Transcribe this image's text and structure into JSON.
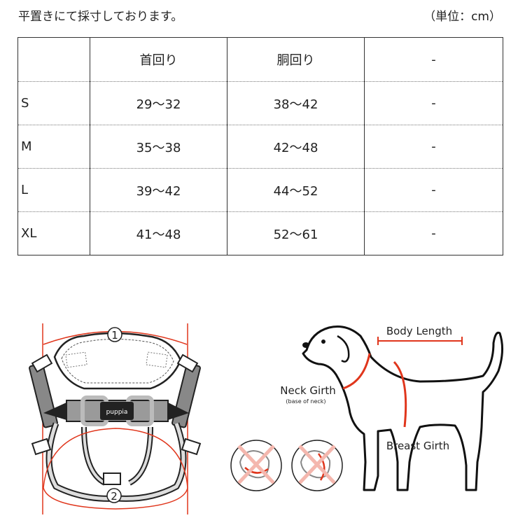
{
  "header": {
    "note": "平置きにて採寸しております。",
    "unit": "（単位：cm）"
  },
  "table": {
    "columns": [
      "",
      "首回り",
      "胴回り",
      "-"
    ],
    "rows": [
      {
        "size": "S",
        "neck": "29～32",
        "body": "38～42",
        "extra": "-"
      },
      {
        "size": "M",
        "neck": "35～38",
        "body": "42～48",
        "extra": "-"
      },
      {
        "size": "L",
        "neck": "39～42",
        "body": "44～52",
        "extra": "-"
      },
      {
        "size": "XL",
        "neck": "41～48",
        "body": "52～61",
        "extra": "-"
      }
    ]
  },
  "illustration": {
    "harness": {
      "marker1": "1",
      "marker2": "2",
      "brand": "puppia",
      "color_measure": "#e0361c",
      "color_strap": "#888888"
    },
    "dog": {
      "body_length_label": "Body Length",
      "neck_girth_label": "Neck Girth",
      "neck_girth_sublabel": "(base of neck)",
      "breast_girth_label": "Breast Girth",
      "color_measure": "#e0361c"
    },
    "wrong_examples_icon": "crossed-out-dog-head-icon"
  }
}
